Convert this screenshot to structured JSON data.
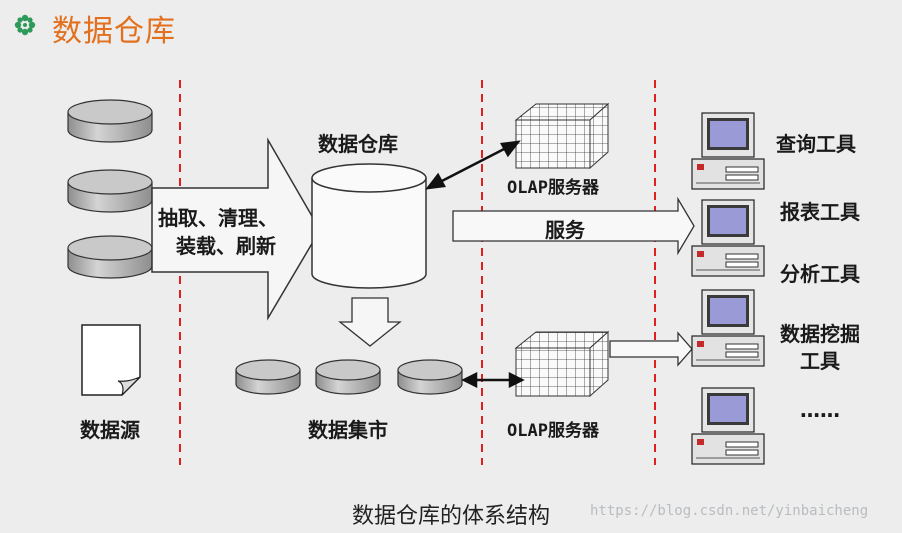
{
  "header": {
    "title": "数据仓库",
    "icon": "flower-bullet-icon",
    "title_color": "#e2701e"
  },
  "sources": {
    "label": "数据源"
  },
  "etl": {
    "line1": "抽取、清理、",
    "line2": "装载、刷新"
  },
  "warehouse": {
    "label": "数据仓库"
  },
  "marts": {
    "label": "数据集市"
  },
  "olap": {
    "top_label": "OLAP服务器",
    "bottom_label": "OLAP服务器"
  },
  "service": {
    "label": "服务"
  },
  "tools": {
    "query": "查询工具",
    "report": "报表工具",
    "analysis": "分析工具",
    "mining_line1": "数据挖掘",
    "mining_line2": "工具",
    "more": "……"
  },
  "caption": "数据仓库的体系结构",
  "watermark": "https://blog.csdn.net/yinbaicheng",
  "colors": {
    "divider": "#e0201e",
    "screen": "#9a9ad6",
    "disk": "#bdbdbd"
  }
}
